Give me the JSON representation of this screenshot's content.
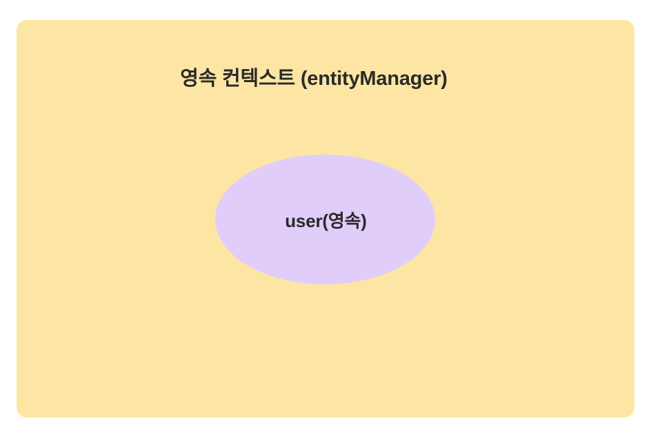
{
  "diagram": {
    "context": {
      "title": "영속 컨텍스트 (entityManager)",
      "background_color": "#fde6a4",
      "corner_radius": "15px"
    },
    "entity": {
      "label": "user(영속)",
      "shape": "ellipse",
      "fill_color": "#e1cdfa"
    },
    "text_color": "#2a2a2a",
    "canvas_background": "#ffffff"
  }
}
